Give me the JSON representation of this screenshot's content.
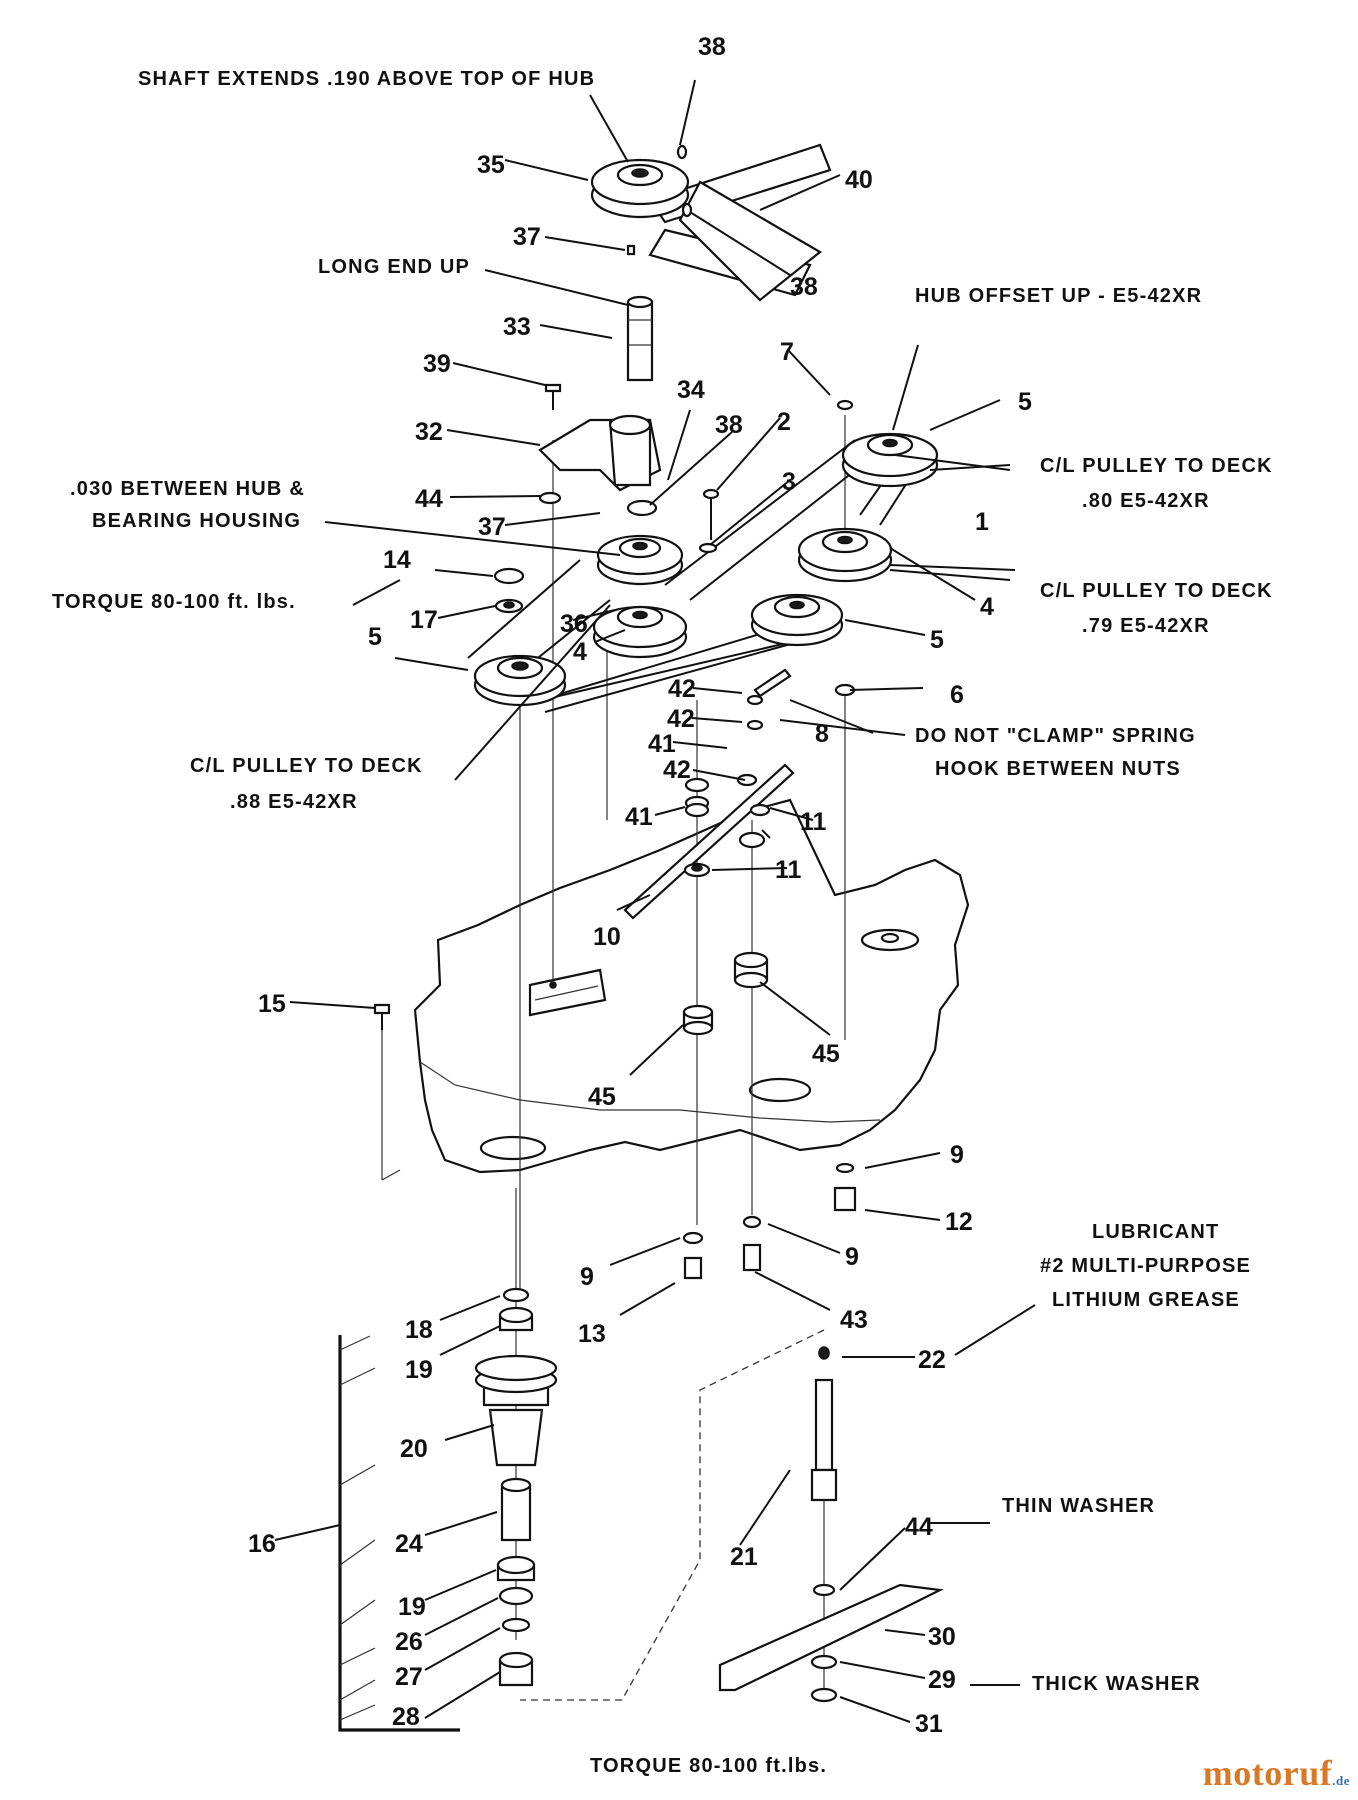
{
  "notes": {
    "shaft_extends": "SHAFT EXTENDS .190 ABOVE TOP OF HUB",
    "long_end_up": "LONG END UP",
    "hub_offset": "HUB OFFSET UP - E5-42XR",
    "gap_line1": ".030 BETWEEN HUB &",
    "gap_line2": "BEARING HOUSING",
    "cl80_line1": "C/L PULLEY TO DECK",
    "cl80_line2": ".80  E5-42XR",
    "cl79_line1": "C/L PULLEY TO DECK",
    "cl79_line2": ".79  E5-42XR",
    "torque_top": "TORQUE 80-100 ft. lbs.",
    "cl88_line1": "C/L PULLEY TO DECK",
    "cl88_line2": ".88  E5-42XR",
    "clamp_line1": "DO NOT \"CLAMP\" SPRING",
    "clamp_line2": "HOOK BETWEEN NUTS",
    "lube_line1": "LUBRICANT",
    "lube_line2": "#2 MULTI-PURPOSE",
    "lube_line3": "LITHIUM GREASE",
    "thin_washer": "THIN WASHER",
    "thick_washer": "THICK WASHER",
    "torque_bottom": "TORQUE  80-100 ft.lbs."
  },
  "callouts": [
    "38",
    "35",
    "40",
    "37",
    "38",
    "33",
    "39",
    "32",
    "34",
    "38",
    "2",
    "44",
    "37",
    "3",
    "7",
    "5",
    "1",
    "4",
    "14",
    "17",
    "36",
    "4",
    "5",
    "5",
    "6",
    "42",
    "42",
    "41",
    "8",
    "42",
    "41",
    "11",
    "11",
    "10",
    "15",
    "45",
    "45",
    "9",
    "12",
    "9",
    "9",
    "13",
    "43",
    "18",
    "19",
    "20",
    "22",
    "16",
    "24",
    "21",
    "44",
    "19",
    "26",
    "30",
    "27",
    "29",
    "28",
    "31"
  ],
  "logo": {
    "text": "motoruf",
    "suffix": ".de",
    "color": "#d87928"
  }
}
